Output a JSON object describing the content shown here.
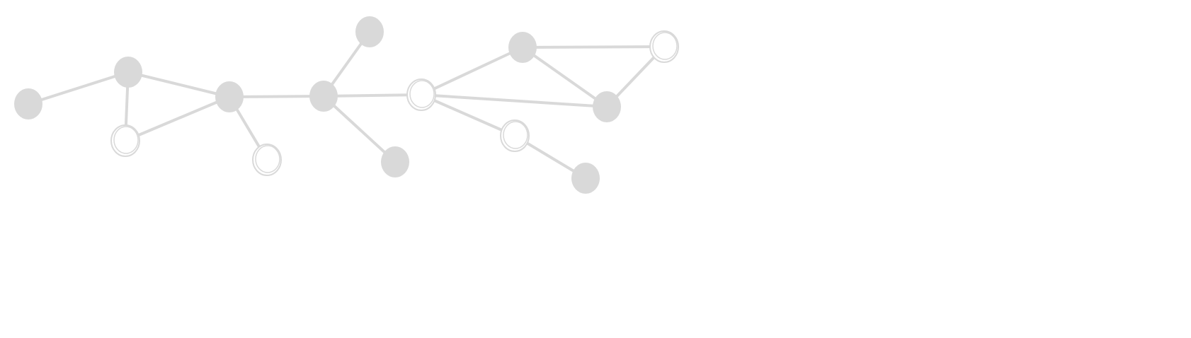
{
  "graph": {
    "colors": {
      "background": "#ffffff",
      "edge": "#d9d9d9",
      "filled_node": "#d9d9d9",
      "hollow_fill": "#ffffff",
      "hollow_stroke": "#d9d9d9"
    },
    "nodes": [
      {
        "id": "n1",
        "style": "filled"
      },
      {
        "id": "n2",
        "style": "filled"
      },
      {
        "id": "n3",
        "style": "hollow"
      },
      {
        "id": "n4",
        "style": "filled"
      },
      {
        "id": "n5",
        "style": "hollow"
      },
      {
        "id": "n6",
        "style": "filled"
      },
      {
        "id": "n7",
        "style": "filled"
      },
      {
        "id": "n8",
        "style": "filled"
      },
      {
        "id": "n9",
        "style": "hollow"
      },
      {
        "id": "n10",
        "style": "filled"
      },
      {
        "id": "n11",
        "style": "hollow"
      },
      {
        "id": "n12",
        "style": "filled"
      },
      {
        "id": "n13",
        "style": "hollow"
      },
      {
        "id": "n14",
        "style": "filled"
      }
    ],
    "edges": [
      [
        "n1",
        "n2"
      ],
      [
        "n2",
        "n3"
      ],
      [
        "n2",
        "n4"
      ],
      [
        "n3",
        "n4"
      ],
      [
        "n4",
        "n5"
      ],
      [
        "n4",
        "n6"
      ],
      [
        "n6",
        "n7"
      ],
      [
        "n6",
        "n8"
      ],
      [
        "n6",
        "n9"
      ],
      [
        "n9",
        "n10"
      ],
      [
        "n9",
        "n12"
      ],
      [
        "n9",
        "n13"
      ],
      [
        "n10",
        "n11"
      ],
      [
        "n10",
        "n12"
      ],
      [
        "n11",
        "n12"
      ],
      [
        "n13",
        "n14"
      ]
    ]
  }
}
